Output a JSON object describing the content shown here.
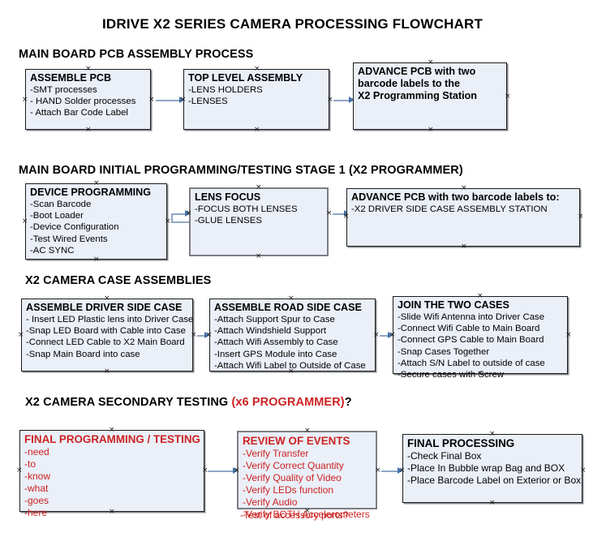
{
  "title": "IDRIVE X2  SERIES CAMERA PROCESSING FLOWCHART",
  "colors": {
    "box_fill": "#eaeff8",
    "box_border": "#1a1a1a",
    "box_border_thick": "#7d7d85",
    "connector": "#8fa7c4",
    "arrow": "#4472a8",
    "red_text": "#cc2222",
    "black_text": "#000000"
  },
  "sections": [
    {
      "heading": "MAIN BOARD PCB ASSEMBLY PROCESS",
      "heading_red": "",
      "heading_suffix": ""
    },
    {
      "heading": "MAIN BOARD INITIAL PROGRAMMING/TESTING STAGE 1 (X2 PROGRAMMER)",
      "heading_red": "",
      "heading_suffix": ""
    },
    {
      "heading": "X2 CAMERA CASE ASSEMBLIES",
      "heading_red": "",
      "heading_suffix": ""
    },
    {
      "heading": "X2 CAMERA SECONDARY TESTING ",
      "heading_red": "(x6 PROGRAMMER)",
      "heading_suffix": "?"
    }
  ],
  "boxes": {
    "assemble_pcb": {
      "header": "ASSEMBLE PCB",
      "lines": [
        "-SMT processes",
        "- HAND Solder processes",
        "- Attach Bar Code Label"
      ]
    },
    "top_level_assembly": {
      "header": "TOP LEVEL ASSEMBLY",
      "lines": [
        "-LENS HOLDERS",
        "-LENSES"
      ]
    },
    "advance_pcb_station": {
      "header": "ADVANCE PCB with two",
      "lines": [
        "barcode labels to the",
        " X2 Programming Station"
      ]
    },
    "device_programming": {
      "header": "DEVICE PROGRAMMING",
      "lines": [
        "-Scan Barcode",
        "-Boot Loader",
        "-Device Configuration",
        "-Test Wired Events",
        "-AC SYNC"
      ]
    },
    "lens_focus": {
      "header": "LENS FOCUS",
      "lines": [
        "-FOCUS BOTH LENSES",
        "-GLUE LENSES"
      ]
    },
    "advance_pcb_driver": {
      "header": "ADVANCE PCB with two barcode labels to:",
      "lines": [
        "-X2 DRIVER  SIDE  CASE  ASSEMBLY STATION"
      ]
    },
    "assemble_driver_side": {
      "header": "ASSEMBLE DRIVER SIDE CASE",
      "lines": [
        "- Insert LED Plastic lens into Driver Case",
        "-Snap LED Board with Cable into Case",
        "-Connect LED Cable to X2 Main Board",
        "-Snap Main Board into case"
      ]
    },
    "assemble_road_side": {
      "header": "ASSEMBLE ROAD SIDE CASE",
      "lines": [
        "-Attach Support Spur to Case",
        "-Attach Windshield Support",
        "-Attach Wifi Assembly to Case",
        "-Insert GPS Module into Case",
        "-Attach Wifi Label to Outside of Case"
      ]
    },
    "join_two_cases": {
      "header": "JOIN THE TWO CASES",
      "lines": [
        "-Slide Wifi Antenna into Driver Case",
        "-Connect Wifi Cable to Main Board",
        "-Connect GPS Cable to Main Board",
        "-Snap Cases Together",
        "-Attach S/N Label to outside of case",
        "-Secure cases with Screw"
      ]
    },
    "final_programming": {
      "header": "FINAL PROGRAMMING / TESTING",
      "lines": [
        "-need",
        "-to",
        "-know",
        "-what",
        "-goes",
        "-here"
      ]
    },
    "review_of_events": {
      "header": "REVIEW OF EVENTS",
      "lines": [
        "-Verify Transfer",
        "-Verify Correct Quantity",
        "-Verify Quality of Video",
        "-Verify LEDs function",
        "-Verify Audio",
        "-Verify BOTH Accelerometers"
      ],
      "overflow_line": "-Test of accessory ports?"
    },
    "final_processing": {
      "header": "FINAL PROCESSING",
      "lines": [
        " -Check Final Box",
        "-Place In Bubble wrap Bag and BOX",
        "-Place Barcode Label on Exterior or Box"
      ]
    }
  }
}
